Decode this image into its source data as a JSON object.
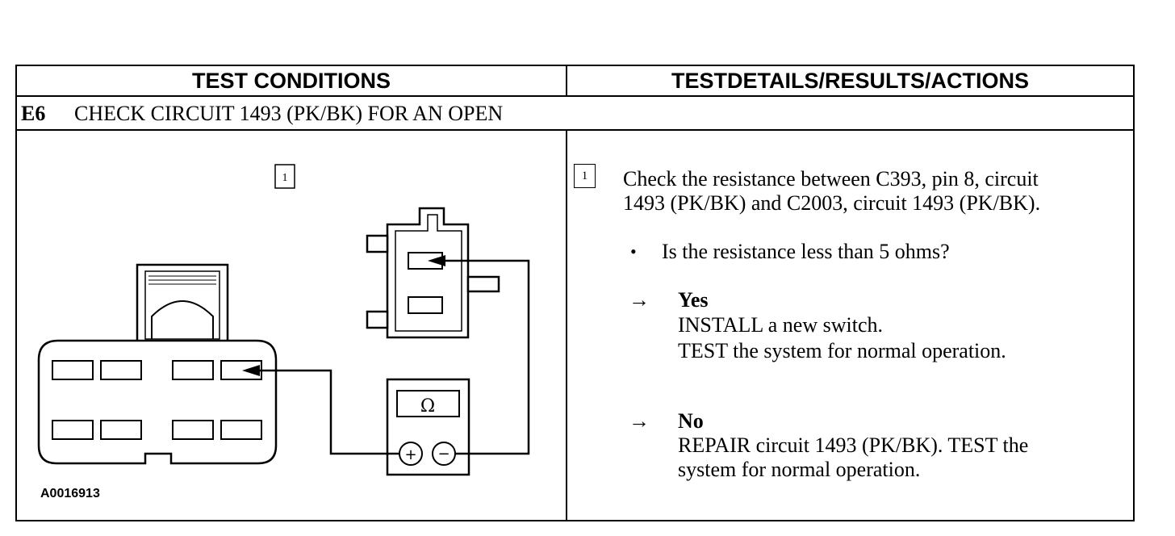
{
  "header": {
    "left": "TEST CONDITIONS",
    "right": "TESTDETAILS/RESULTS/ACTIONS"
  },
  "step": {
    "id": "E6",
    "title": "CHECK CIRCUIT 1493 (PK/BK) FOR AN OPEN"
  },
  "figure": {
    "step_marker": "1",
    "meter_symbol": "Ω",
    "plus": "+",
    "minus": "−",
    "figure_id": "A0016913"
  },
  "details": {
    "step_marker": "1",
    "instruction_line1": "Check the resistance between C393, pin 8, circuit",
    "instruction_line2": "1493 (PK/BK) and C2003, circuit 1493 (PK/BK).",
    "bullet": "•",
    "question": "Is the resistance less than 5 ohms?",
    "arrow": "→",
    "yes": {
      "label": "Yes",
      "line1": "INSTALL a new switch.",
      "line2": "TEST the system for normal  operation."
    },
    "no": {
      "label": "No",
      "line1": "REPAIR circuit 1493 (PK/BK). TEST the",
      "line2": "system for normal operation."
    }
  }
}
